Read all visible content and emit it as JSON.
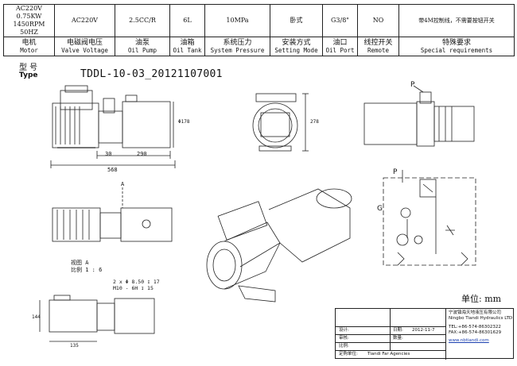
{
  "spec_table": {
    "values": [
      "AC220V 0.75KW 1450RPM 50HZ",
      "AC220V",
      "2.5CC/R",
      "6L",
      "10MPa",
      "卧式",
      "G3/8\"",
      "NO",
      "带4M控制线，不需要按钮开关"
    ],
    "labels": [
      {
        "zh": "电机",
        "en": "Motor"
      },
      {
        "zh": "电磁阀电压",
        "en": "Valve Voltage"
      },
      {
        "zh": "油泵",
        "en": "Oil Pump"
      },
      {
        "zh": "油箱",
        "en": "Oil Tank"
      },
      {
        "zh": "系统压力",
        "en": "System Pressure"
      },
      {
        "zh": "安装方式",
        "en": "Setting Mode"
      },
      {
        "zh": "油口",
        "en": "Oil Port"
      },
      {
        "zh": "线控开关",
        "en": "Remote"
      },
      {
        "zh": "特殊要求",
        "en": "Special requirements"
      }
    ]
  },
  "type_label_zh": "型 号",
  "type_label_en": "Type",
  "model_number": "TDDL-10-03_20121107001",
  "dimensions": {
    "overall_length": "568",
    "motor_offset": "30",
    "tank_length": "290",
    "tank_diameter": "Φ178",
    "overall_height": "278",
    "base_width": "144",
    "hole_spacing": "135",
    "port_label": "P",
    "gauge_label": "G",
    "hydraulic_p": "P"
  },
  "view_a": {
    "arrow": "A",
    "title": "视图 A",
    "scale": "比例 1 : 6"
  },
  "mount_notes": [
    "2 x Φ 8.50 ↧ 17",
    "M10 - 6H ↧ 15"
  ],
  "unit_label": "单位: mm",
  "title_block": {
    "company_cn": "宁波镇海天地液压有限公司",
    "company_en": "Ningbo Tiandi Hydraulics LTD",
    "tel": "TEL:+86-574-86302322",
    "fax": "FAX:+86-574-86301629",
    "web": "www.nbtiandi.com",
    "design": "设计:",
    "date_label": "日期:",
    "date_value": "2012-11-7",
    "review": "审核:",
    "ratio": "比例:",
    "agent": "定购单位:",
    "agent_value": "Tiandi Far Agencies",
    "quantity": "数量:"
  }
}
